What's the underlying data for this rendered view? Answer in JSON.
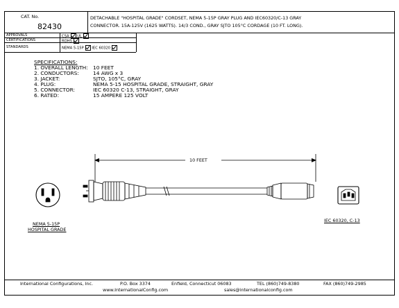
{
  "title_block": {
    "cat_no_label": "CAT. No.",
    "cat_no": "82430",
    "description_line1": "DETACHABLE \"HOSPITAL GRADE\" CORDSET, NEMA 5-15P GRAY PLUG AND IEC60320/C-13 GRAY",
    "description_line2": "CONNECTOR. 15A-125V (1625 WATTS). 14/3 COND., GRAY SJTO 105°C CORDAGE (10 FT. LONG)."
  },
  "approvals": {
    "approvals_label": "APPROVALS",
    "csa": "CSA",
    "ul": "UL",
    "certifications_label": "CERTIFICATIONS",
    "rohs": "ROHS",
    "standards_label": "STANDARDS",
    "nema": "NEMA 5-15P",
    "iec": "IEC 60320"
  },
  "specifications": {
    "heading": "SPECIFICATIONS:",
    "items": [
      {
        "label": "1. OVERALL LENGTH:",
        "value": "10 FEET"
      },
      {
        "label": "2. CONDUCTORS:",
        "value": "14 AWG x 3"
      },
      {
        "label": "3. JACKET:",
        "value": "SJTO, 105°C, GRAY"
      },
      {
        "label": "4. PLUG:",
        "value": "NEMA 5-15 HOSPITAL GRADE, STRAIGHT, GRAY"
      },
      {
        "label": "5. CONNECTOR:",
        "value": "IEC 60320 C-13, STRAIGHT, GRAY"
      },
      {
        "label": "6. RATED:",
        "value": "15 AMPERE 125 VOLT"
      }
    ]
  },
  "drawing": {
    "dimension_label": "10 FEET",
    "plug_caption_line1": "NEMA 5-15P",
    "plug_caption_line2": "HOSPITAL GRADE",
    "connector_caption": "IEC 60320, C-13"
  },
  "footer": {
    "company": "International Configurations, Inc.",
    "po_box": "P.O. Box 3374",
    "city": "Enfield, Connecticut 06083",
    "tel": "TEL (860)749-8380",
    "fax": "FAX (860)749-2985",
    "website": "www.InternationalConfig.com",
    "email": "sales@internationalconfig.com"
  }
}
